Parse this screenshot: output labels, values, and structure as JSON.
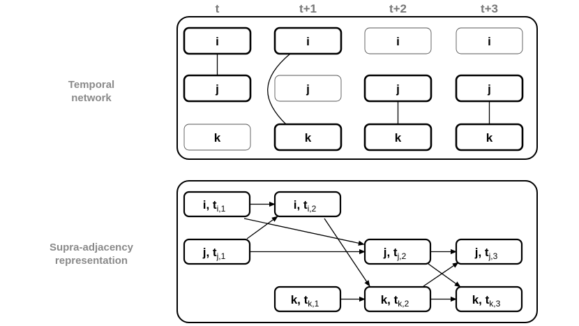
{
  "temporal_network": {
    "title_line1": "Temporal",
    "title_line2": "network",
    "time_labels": [
      "t",
      "t+1",
      "t+2",
      "t+3"
    ],
    "node_labels": [
      "i",
      "j",
      "k"
    ],
    "active_nodes": [
      [
        "i",
        "j"
      ],
      [
        "i",
        "k"
      ],
      [
        "j",
        "k"
      ],
      [
        "j",
        "k"
      ]
    ],
    "edges": [
      {
        "time": "t",
        "from": "i",
        "to": "j"
      },
      {
        "time": "t+1",
        "from": "i",
        "to": "k"
      },
      {
        "time": "t+2",
        "from": "j",
        "to": "k"
      },
      {
        "time": "t+3",
        "from": "j",
        "to": "k"
      }
    ]
  },
  "supra_adjacency": {
    "title_line1": "Supra-adjacency",
    "title_line2": "representation",
    "nodes": [
      {
        "id": "i1",
        "name": "i, t",
        "sub": "i,1"
      },
      {
        "id": "i2",
        "name": "i, t",
        "sub": "i,2"
      },
      {
        "id": "j1",
        "name": "j, t",
        "sub": "j,1"
      },
      {
        "id": "j2",
        "name": "j, t",
        "sub": "j,2"
      },
      {
        "id": "j3",
        "name": "j, t",
        "sub": "j,3"
      },
      {
        "id": "k1",
        "name": "k, t",
        "sub": "k,1"
      },
      {
        "id": "k2",
        "name": "k, t",
        "sub": "k,2"
      },
      {
        "id": "k3",
        "name": "k, t",
        "sub": "k,3"
      }
    ],
    "edges": [
      [
        "i1",
        "i2"
      ],
      [
        "i1",
        "j2"
      ],
      [
        "j1",
        "i2"
      ],
      [
        "j1",
        "j2"
      ],
      [
        "i2",
        "k2"
      ],
      [
        "k1",
        "k2"
      ],
      [
        "j2",
        "j3"
      ],
      [
        "k2",
        "j3"
      ],
      [
        "j2",
        "k3"
      ],
      [
        "k2",
        "k3"
      ]
    ]
  }
}
